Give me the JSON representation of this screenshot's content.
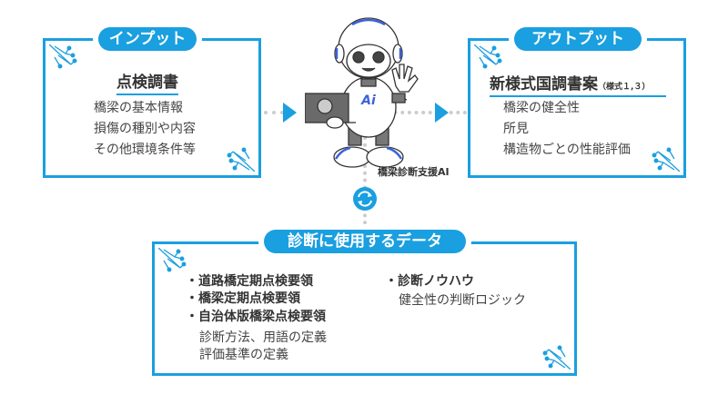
{
  "input": {
    "label": "インプット",
    "title": "点検調書",
    "items": [
      "橋梁の基本情報",
      "損傷の種別や内容",
      "その他環境条件等"
    ]
  },
  "ai": {
    "label": "橋梁診断支援AI",
    "chest_logo": "Ai"
  },
  "output": {
    "label": "アウトプット",
    "title": "新様式国調書案",
    "title_note": "（様式１,３）",
    "items": [
      "橋梁の健全性",
      "所見",
      "構造物ごとの性能評価"
    ]
  },
  "data": {
    "label": "診断に使用するデータ",
    "col1": {
      "items": [
        "・道路橋定期点検要領",
        "・橋梁定期点検要領",
        "・自治体版橋梁点検要領"
      ],
      "notes": [
        "診断方法、用語の定義",
        "評価基準の定義"
      ]
    },
    "col2": {
      "items": [
        "・診断ノウハウ"
      ],
      "notes": [
        "健全性の判断ロジック"
      ]
    }
  },
  "colors": {
    "accent": "#1a9fe0"
  }
}
